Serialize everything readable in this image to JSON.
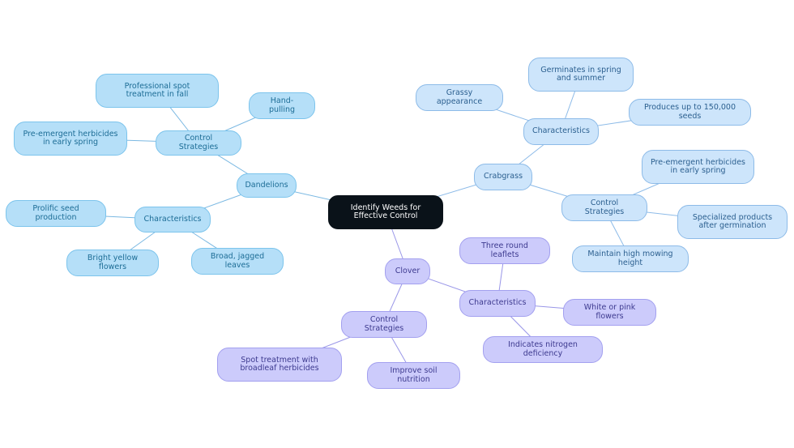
{
  "root": "Identify Weeds for Effective Control",
  "dandelions": {
    "label": "Dandelions",
    "control": {
      "label": "Control Strategies",
      "items": [
        "Professional spot treatment in fall",
        "Hand-pulling",
        "Pre-emergent herbicides in early spring"
      ]
    },
    "characteristics": {
      "label": "Characteristics",
      "items": [
        "Prolific seed production",
        "Bright yellow flowers",
        "Broad, jagged leaves"
      ]
    }
  },
  "crabgrass": {
    "label": "Crabgrass",
    "characteristics": {
      "label": "Characteristics",
      "items": [
        "Germinates in spring and summer",
        "Grassy appearance",
        "Produces up to 150,000 seeds"
      ]
    },
    "control": {
      "label": "Control Strategies",
      "items": [
        "Pre-emergent herbicides in early spring",
        "Specialized products after germination",
        "Maintain high mowing height"
      ]
    }
  },
  "clover": {
    "label": "Clover",
    "characteristics": {
      "label": "Characteristics",
      "items": [
        "Three round leaflets",
        "White or pink flowers",
        "Indicates nitrogen deficiency"
      ]
    },
    "control": {
      "label": "Control Strategies",
      "items": [
        "Spot treatment with broadleaf herbicides",
        "Improve soil nutrition"
      ]
    }
  },
  "colors": {
    "dandelions_branch": "#b5dff8",
    "crabgrass_branch": "#cde5fb",
    "clover_branch": "#cccbfb",
    "root": "#0a1219"
  }
}
